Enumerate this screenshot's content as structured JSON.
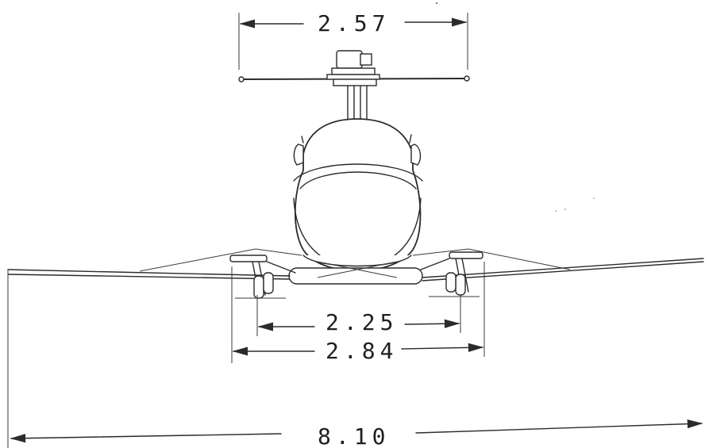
{
  "diagram": {
    "dimensions": {
      "rotor_width": "2.57",
      "inner_skid_width": "2.25",
      "outer_skid_width": "2.84",
      "boom_span": "8.10"
    }
  }
}
